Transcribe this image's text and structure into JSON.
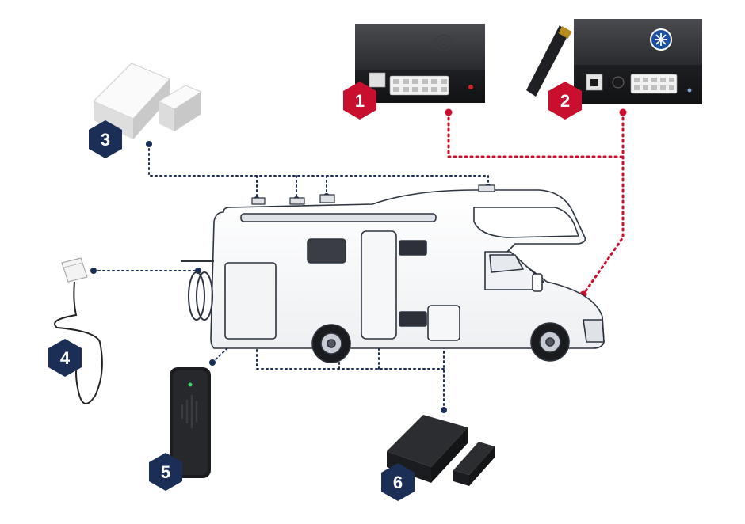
{
  "colors": {
    "navy": "#1b2e55",
    "red": "#c8102e",
    "white": "#ffffff",
    "device_dark": "#2a2b2e"
  },
  "badges": [
    {
      "id": "1",
      "label": "1",
      "color": "red"
    },
    {
      "id": "2",
      "label": "2",
      "color": "red"
    },
    {
      "id": "3",
      "label": "3",
      "color": "navy"
    },
    {
      "id": "4",
      "label": "4",
      "color": "navy"
    },
    {
      "id": "5",
      "label": "5",
      "color": "navy"
    },
    {
      "id": "6",
      "label": "6",
      "color": "navy"
    }
  ],
  "icons": {
    "device1": "alarm-control-unit-icon",
    "device2": "gsm-tracker-unit-icon",
    "device3": "door-contact-sensor-icon",
    "device4": "external-sensor-with-cable-icon",
    "device5": "interior-siren-icon",
    "device6": "wireless-door-sensor-icon",
    "vehicle": "motorhome-icon"
  }
}
